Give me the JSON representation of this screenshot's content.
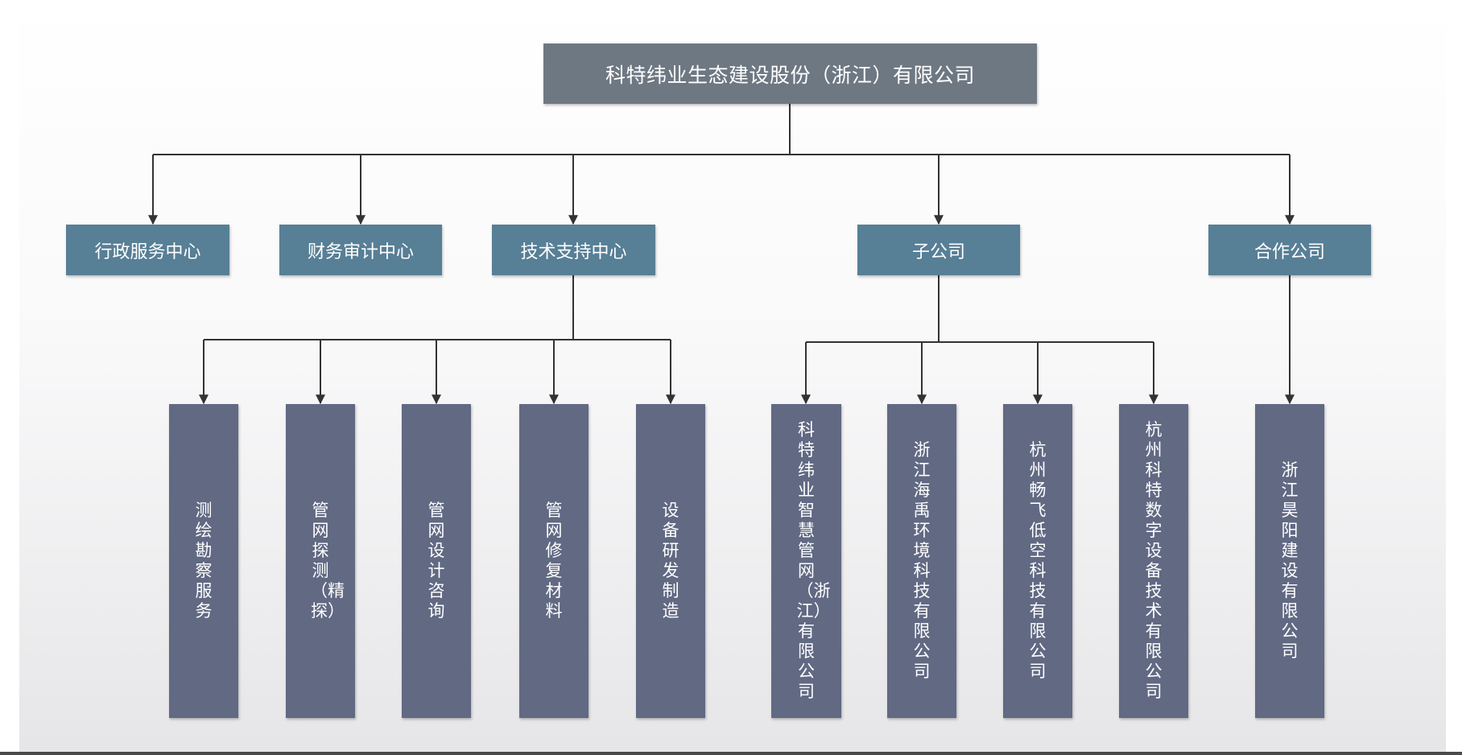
{
  "colors": {
    "root_fill": "#6e7883",
    "department_fill": "#577f96",
    "unit_fill": "#616983",
    "connector": "#333333",
    "text": "#ffffff"
  },
  "root": {
    "label": "科特纬业生态建设股份（浙江）有限公司"
  },
  "departments": [
    {
      "id": "admin",
      "label": "行政服务中心"
    },
    {
      "id": "finance",
      "label": "财务审计中心"
    },
    {
      "id": "tech",
      "label": "技术支持中心"
    },
    {
      "id": "subsidiary",
      "label": "子公司"
    },
    {
      "id": "partner",
      "label": "合作公司"
    }
  ],
  "units": [
    {
      "parent": "tech",
      "label": "测绘勘察服务"
    },
    {
      "parent": "tech",
      "label": "管网探测（精探）"
    },
    {
      "parent": "tech",
      "label": "管网设计咨询"
    },
    {
      "parent": "tech",
      "label": "管网修复材料"
    },
    {
      "parent": "tech",
      "label": "设备研发制造"
    },
    {
      "parent": "subsidiary",
      "label": "科特纬业智慧管网（浙江）有限公司"
    },
    {
      "parent": "subsidiary",
      "label": "浙江海禹环境科技有限公司"
    },
    {
      "parent": "subsidiary",
      "label": "杭州畅飞低空科技有限公司"
    },
    {
      "parent": "subsidiary",
      "label": "杭州科特数字设备技术有限公司"
    },
    {
      "parent": "partner",
      "label": "浙江昊阳建设有限公司"
    }
  ],
  "edges": [
    {
      "from": "root",
      "to": "admin"
    },
    {
      "from": "root",
      "to": "finance"
    },
    {
      "from": "root",
      "to": "tech"
    },
    {
      "from": "root",
      "to": "subsidiary"
    },
    {
      "from": "root",
      "to": "partner"
    },
    {
      "from": "tech",
      "to": "测绘勘察服务"
    },
    {
      "from": "tech",
      "to": "管网探测（精探）"
    },
    {
      "from": "tech",
      "to": "管网设计咨询"
    },
    {
      "from": "tech",
      "to": "管网修复材料"
    },
    {
      "from": "tech",
      "to": "设备研发制造"
    },
    {
      "from": "subsidiary",
      "to": "科特纬业智慧管网（浙江）有限公司"
    },
    {
      "from": "subsidiary",
      "to": "浙江海禹环境科技有限公司"
    },
    {
      "from": "subsidiary",
      "to": "杭州畅飞低空科技有限公司"
    },
    {
      "from": "subsidiary",
      "to": "杭州科特数字设备技术有限公司"
    },
    {
      "from": "partner",
      "to": "浙江昊阳建设有限公司"
    }
  ]
}
